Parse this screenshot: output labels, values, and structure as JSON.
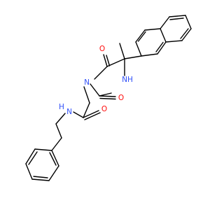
{
  "atoms": {
    "methyl": "",
    "nh_ring": "NH",
    "n_ring": "N",
    "o_top": "O",
    "o_right": "O",
    "o_amide": "O",
    "n_amide": "N",
    "h_amide": "H"
  },
  "colors": {
    "bond": "#000000",
    "nitrogen": "#3050f8",
    "oxygen": "#ff0d0d",
    "background": "#ffffff"
  }
}
